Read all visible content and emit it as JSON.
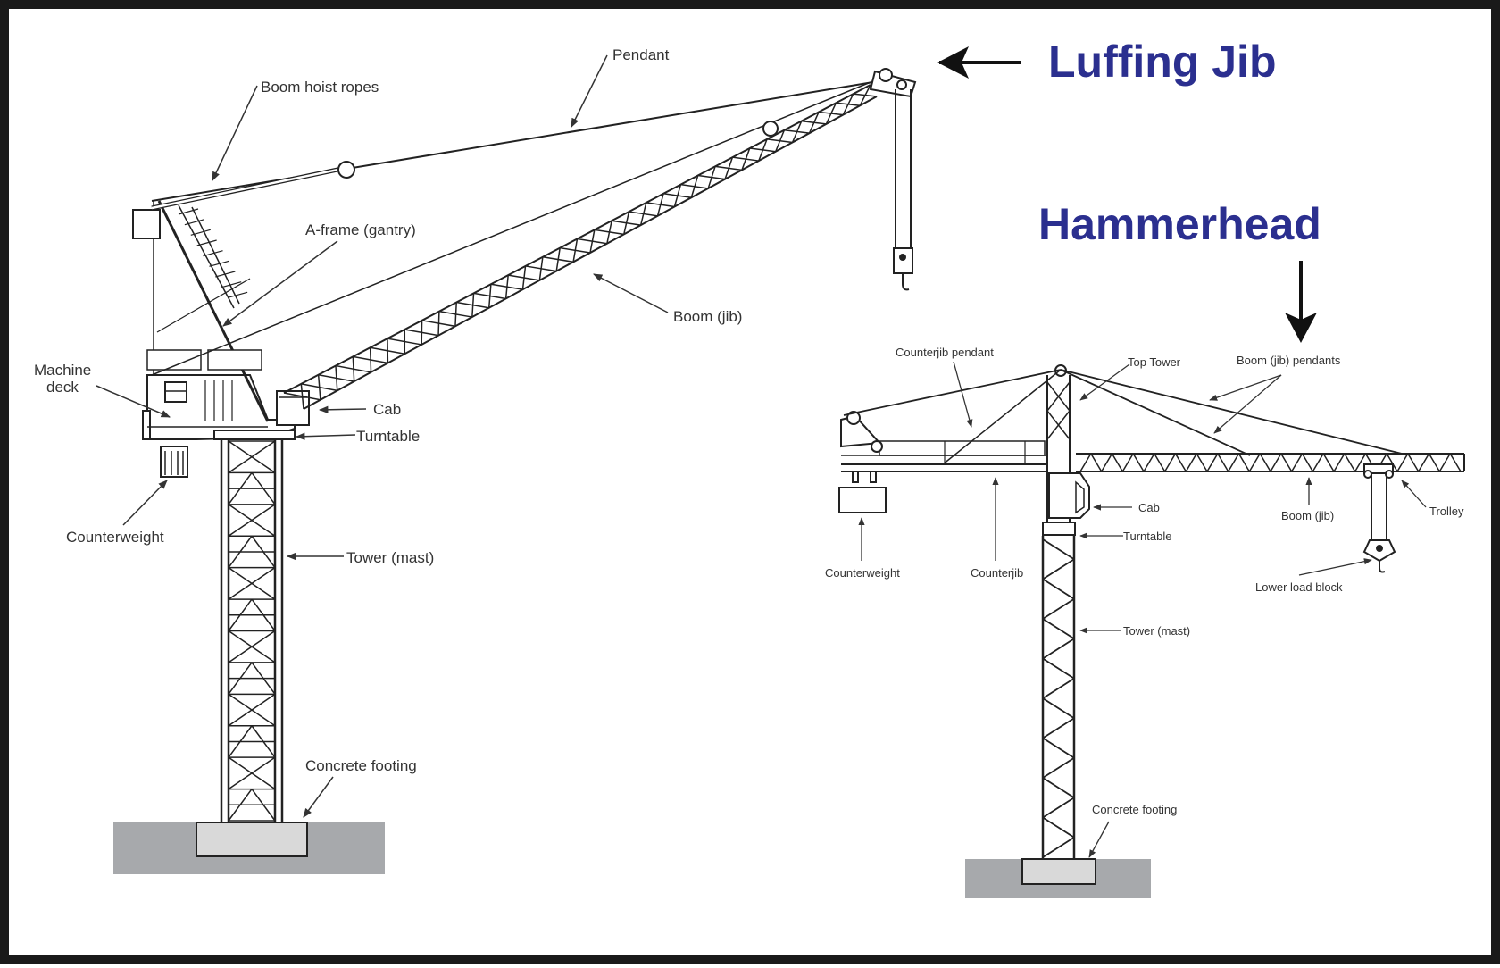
{
  "colors": {
    "title": "#2b2f8f",
    "line": "#222222",
    "frame": "#1a1a1a",
    "ground": "#a7a9ac",
    "footing": "#d9d9d9"
  },
  "luffing": {
    "title": "Luffing Jib",
    "labels": {
      "pendant": "Pendant",
      "boom_hoist_ropes": "Boom hoist ropes",
      "a_frame": "A-frame (gantry)",
      "boom_jib": "Boom (jib)",
      "machine_deck_1": "Machine",
      "machine_deck_2": "deck",
      "cab": "Cab",
      "turntable": "Turntable",
      "counterweight": "Counterweight",
      "tower_mast": "Tower (mast)",
      "concrete_footing": "Concrete footing"
    }
  },
  "hammerhead": {
    "title": "Hammerhead",
    "labels": {
      "counterjib_pendant": "Counterjib pendant",
      "top_tower": "Top Tower",
      "boom_pendants": "Boom (jib) pendants",
      "cab": "Cab",
      "turntable": "Turntable",
      "boom_jib": "Boom (jib)",
      "trolley": "Trolley",
      "counterweight": "Counterweight",
      "counterjib": "Counterjib",
      "lower_load_block": "Lower load block",
      "tower_mast": "Tower (mast)",
      "concrete_footing": "Concrete footing"
    }
  }
}
